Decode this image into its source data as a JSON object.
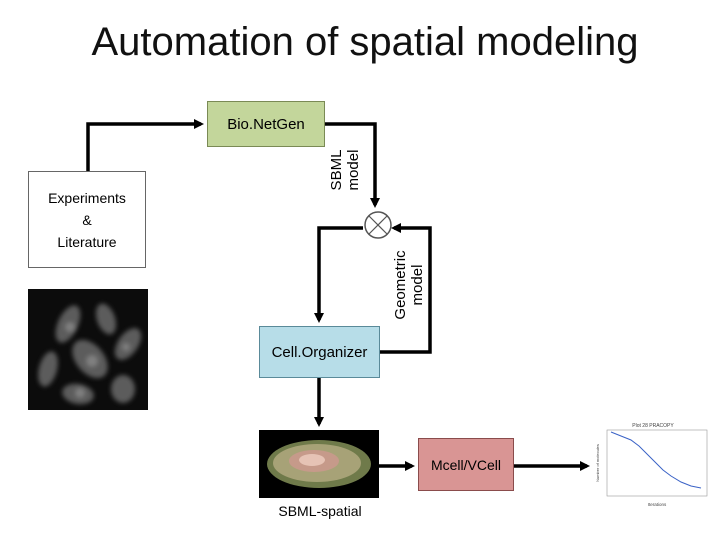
{
  "title": "Automation of spatial modeling",
  "nodes": {
    "bionetgen": "Bio.NetGen",
    "experiments": [
      "Experiments",
      "&",
      "Literature"
    ],
    "cellorganizer": "Cell.Organizer",
    "mcell": "Mcell/VCell"
  },
  "edge_labels": {
    "sbml": [
      "SBML",
      "model"
    ],
    "geometric": [
      "Geometric",
      "model"
    ],
    "spatial": "SBML-spatial"
  },
  "plot_title": "Plot 28 PRACOPY",
  "plot_xlabel": "Iterations",
  "plot_ylabel": "Number of molecules",
  "colors": {
    "bionetgen": "#c3d69b",
    "cellorganizer": "#b7dde8",
    "mcell": "#d99594",
    "plot_line": "#3a62c6"
  },
  "icons": [
    "combine-junction-icon",
    "cell-micrograph-image",
    "mesh-render-image",
    "simulation-plot-image"
  ]
}
